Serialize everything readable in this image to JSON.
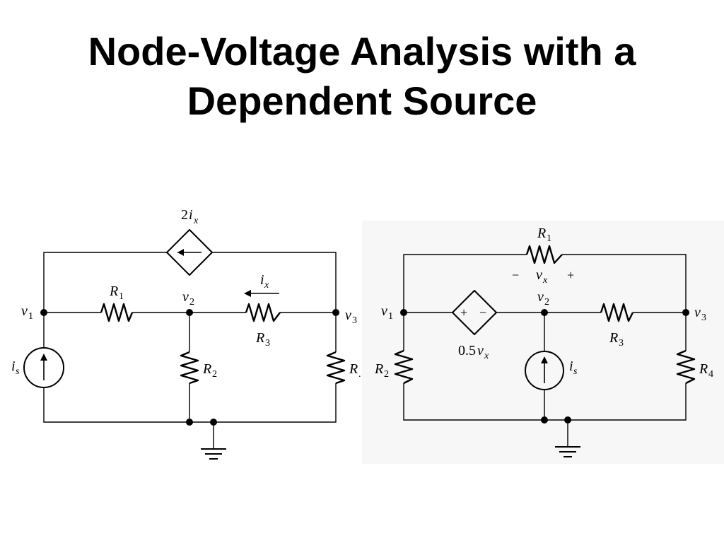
{
  "title": {
    "line1": "Node-Voltage Analysis with a",
    "line2": "Dependent Source"
  },
  "left_circuit": {
    "dep_source": {
      "coef": "2",
      "var": "i",
      "sub": "x"
    },
    "node1": {
      "var": "v",
      "sub": "1"
    },
    "node2": {
      "var": "v",
      "sub": "2"
    },
    "node3": {
      "var": "v",
      "sub": "3"
    },
    "r1": {
      "var": "R",
      "sub": "1"
    },
    "r2": {
      "var": "R",
      "sub": "2"
    },
    "r3": {
      "var": "R",
      "sub": "3"
    },
    "r4": {
      "var": "R",
      "sub": "."
    },
    "ix": {
      "var": "i",
      "sub": "x"
    },
    "is": {
      "var": "i",
      "sub": "s"
    }
  },
  "right_circuit": {
    "r1": {
      "var": "R",
      "sub": "1"
    },
    "r2": {
      "var": "R",
      "sub": "2"
    },
    "r3": {
      "var": "R",
      "sub": "3"
    },
    "r4": {
      "var": "R",
      "sub": "4"
    },
    "vx": {
      "minus": "−",
      "var": "v",
      "sub": "x",
      "plus": "+"
    },
    "node1": {
      "var": "v",
      "sub": "1"
    },
    "node2": {
      "var": "v",
      "sub": "2"
    },
    "node3": {
      "var": "v",
      "sub": "3"
    },
    "dep_source": {
      "coef": "0.5",
      "var": "v",
      "sub": "x",
      "plus": "+",
      "minus": "−"
    },
    "is": {
      "var": "i",
      "sub": "s"
    }
  }
}
